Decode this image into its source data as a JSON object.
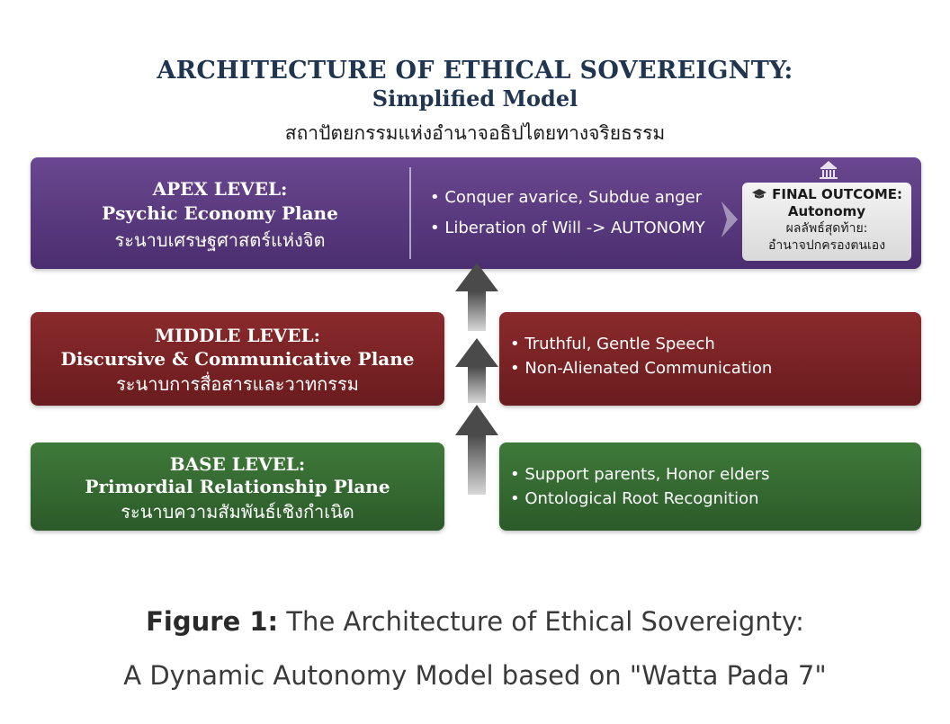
{
  "title": {
    "line1": "ARCHITECTURE OF ETHICAL SOVEREIGNTY:",
    "line2": "Simplified Model",
    "thai": "สถาปัตยกรรมแห่งอำนาจอธิปไตยทางจริยธรรม"
  },
  "levels": {
    "apex": {
      "title": "APEX LEVEL:",
      "plane": "Psychic Economy Plane",
      "thai": "ระนาบเศรษฐศาสตร์แห่งจิต",
      "bullets": [
        "• Conquer avarice, Subdue anger",
        "• Liberation of Will -> AUTONOMY"
      ],
      "outcome": {
        "label": "FINAL OUTCOME:",
        "value": "Autonomy",
        "thai1": "ผลลัพธ์สุดท้าย:",
        "thai2": "อำนาจปกครองตนเอง"
      }
    },
    "middle": {
      "title": "MIDDLE LEVEL:",
      "plane": "Discursive & Communicative Plane",
      "thai": "ระนาบการสื่อสารและวาทกรรม",
      "bullets": [
        "• Truthful, Gentle Speech",
        "• Non-Alienated Communication"
      ]
    },
    "base": {
      "title": "BASE LEVEL:",
      "plane": "Primordial Relationship Plane",
      "thai": "ระนาบความสัมพันธ์เชิงกำเนิด",
      "bullets": [
        "• Support parents, Honor elders",
        "• Ontological Root Recognition"
      ]
    }
  },
  "caption": {
    "prefix": "Figure 1:",
    "line1": " The Architecture of Ethical Sovereignty:",
    "line2": "A Dynamic Autonomy Model based on \"Watta Pada 7\""
  },
  "icons": [
    "temple-icon",
    "graduation-cap-icon",
    "up-arrow-icon",
    "chevron-right-icon"
  ],
  "colors": {
    "apex": "#5a3a80",
    "middle": "#7a2224",
    "base": "#336b30",
    "title": "#1f3550",
    "arrow": "#4a4a4a"
  }
}
